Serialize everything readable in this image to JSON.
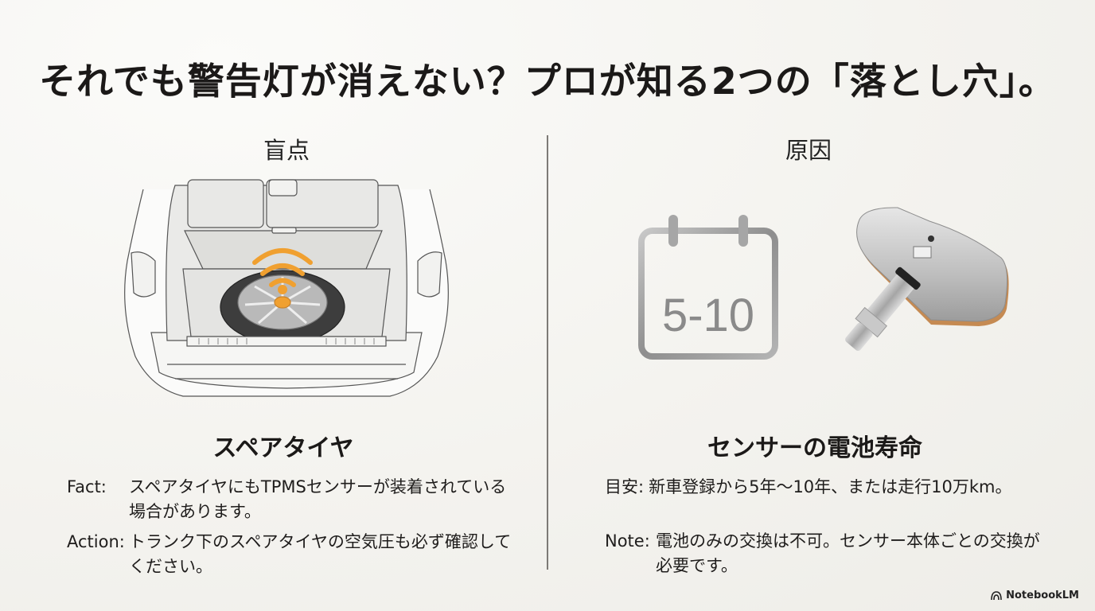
{
  "slide": {
    "title": "それでも警告灯が消えない？プロが知る2つの「落とし穴」。",
    "background_color": "#f4f3ef",
    "accent_color": "#f0a030",
    "divider_color": "#7d7a76"
  },
  "left": {
    "section_label": "盲点",
    "illustration": "car-trunk-spare-tire-with-signal-icon",
    "card_title": "スペアタイヤ",
    "items": [
      {
        "label": "Fact:",
        "text": "スペアタイヤにもTPMSセンサーが装着されている場合があります。"
      },
      {
        "label": "Action:",
        "text": "トランク下のスペアタイヤの空気圧も必ず確認してください。"
      }
    ]
  },
  "right": {
    "section_label": "原因",
    "calendar_text": "5-10",
    "illustration": "tpms-sensor-valve",
    "card_title": "センサーの電池寿命",
    "items": [
      {
        "label": "目安:",
        "text": "新車登録から5年～10年、または走行10万km。"
      },
      {
        "label": "Note:",
        "text": "電池のみの交換は不可。センサー本体ごとの交換が必要です。"
      }
    ]
  },
  "footer": {
    "brand": "NotebookLM"
  }
}
